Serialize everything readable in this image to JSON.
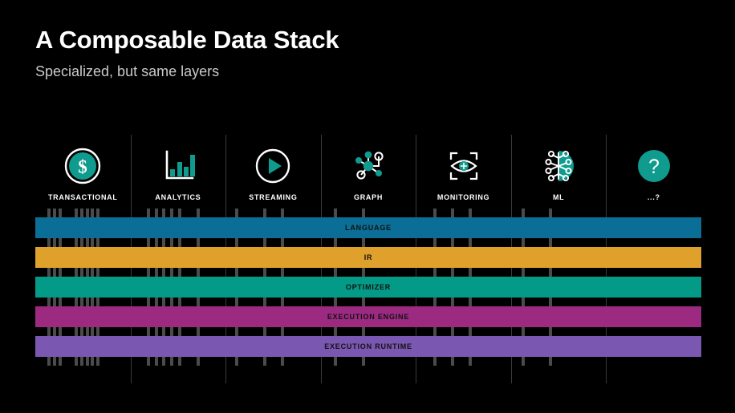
{
  "header": {
    "title": "A Composable Data Stack",
    "subtitle": "Specialized, but same layers"
  },
  "colors": {
    "background": "#000000",
    "accent_teal": "#0f9b8e",
    "divider": "#3a3a3a",
    "tick": "#4b4b4b",
    "title_text": "#ffffff",
    "subtitle_text": "#c9cacb",
    "layer_text": "#121212"
  },
  "columns": [
    {
      "label": "TRANSACTIONAL",
      "icon": "dollar-circle-icon",
      "ticks": 8
    },
    {
      "label": "ANALYTICS",
      "icon": "bar-chart-icon",
      "ticks": 6
    },
    {
      "label": "STREAMING",
      "icon": "play-circle-icon",
      "ticks": 3
    },
    {
      "label": "GRAPH",
      "icon": "network-graph-icon",
      "ticks": 2
    },
    {
      "label": "MONITORING",
      "icon": "eye-monitor-icon",
      "ticks": 3
    },
    {
      "label": "ML",
      "icon": "brain-circuit-icon",
      "ticks": 2
    },
    {
      "label": "...?",
      "icon": "question-circle-icon",
      "ticks": 0
    }
  ],
  "layers": [
    {
      "label": "LANGUAGE",
      "color": "#0b6e96"
    },
    {
      "label": "IR",
      "color": "#dfa02c"
    },
    {
      "label": "OPTIMIZER",
      "color": "#039a88"
    },
    {
      "label": "EXECUTION ENGINE",
      "color": "#9c2a81"
    },
    {
      "label": "EXECUTION RUNTIME",
      "color": "#7a57b0"
    }
  ]
}
